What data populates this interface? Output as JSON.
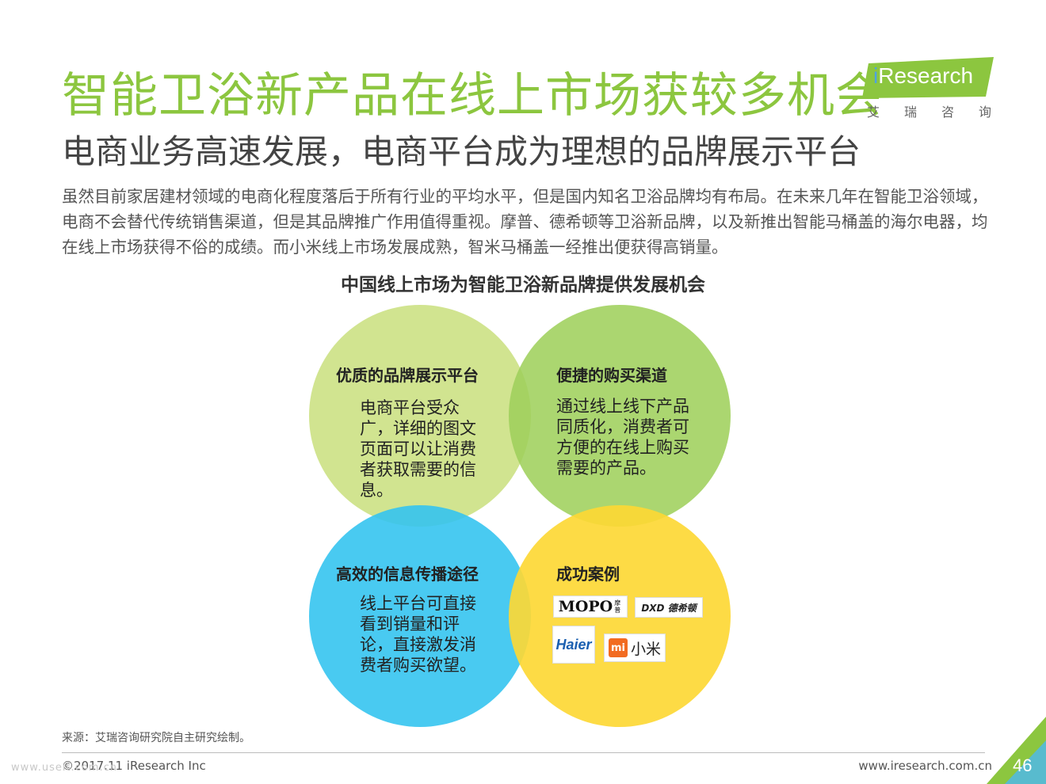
{
  "title": "智能卫浴新产品在线上市场获较多机会",
  "subtitle": "电商业务高速发展，电商平台成为理想的品牌展示平台",
  "logo": {
    "brand_i": "i",
    "brand_rest": "Research",
    "cn": "艾瑞咨询"
  },
  "paragraph": "虽然目前家居建材领域的电商化程度落后于所有行业的平均水平，但是国内知名卫浴品牌均有布局。在未来几年在智能卫浴领域，电商不会替代传统销售渠道，但是其品牌推广作用值得重视。摩普、德希顿等卫浴新品牌，以及新推出智能马桶盖的海尔电器，均在线上市场获得不俗的成绩。而小米线上市场发展成熟，智米马桶盖一经推出便获得高销量。",
  "chart_title": "中国线上市场为智能卫浴新品牌提供发展机会",
  "quadrants": {
    "top_left": {
      "heading": "优质的品牌展示平台",
      "body": "电商平台受众广，详细的图文页面可以让消费者获取需要的信息。"
    },
    "top_right": {
      "heading": "便捷的购买渠道",
      "body": "通过线上线下产品同质化，消费者可方便的在线上购买需要的产品。"
    },
    "bottom_left": {
      "heading": "高效的信息传播途径",
      "body": "线上平台可直接看到销量和评论，直接激发消费者购买欲望。"
    },
    "bottom_right": {
      "heading": "成功案例"
    }
  },
  "brands": {
    "mopo": "MOPO",
    "mopo_cn": "摩普",
    "dxd": "DXD 德希顿",
    "haier": "Haier",
    "mi_logo": "mi",
    "mi_cn": "小米"
  },
  "colors": {
    "title_green": "#8cc63f",
    "circle_top_left": "#cfe38a",
    "circle_top_right": "#9fd05c",
    "circle_bottom_left": "#35c4ef",
    "circle_bottom_right": "#fdd835"
  },
  "footer": {
    "source": "来源：艾瑞咨询研究院自主研究绘制。",
    "copyright": "©2017.11 iResearch Inc",
    "url": "www.iresearch.com.cn",
    "page_number": "46",
    "watermark": "www.useit.com.cn"
  }
}
